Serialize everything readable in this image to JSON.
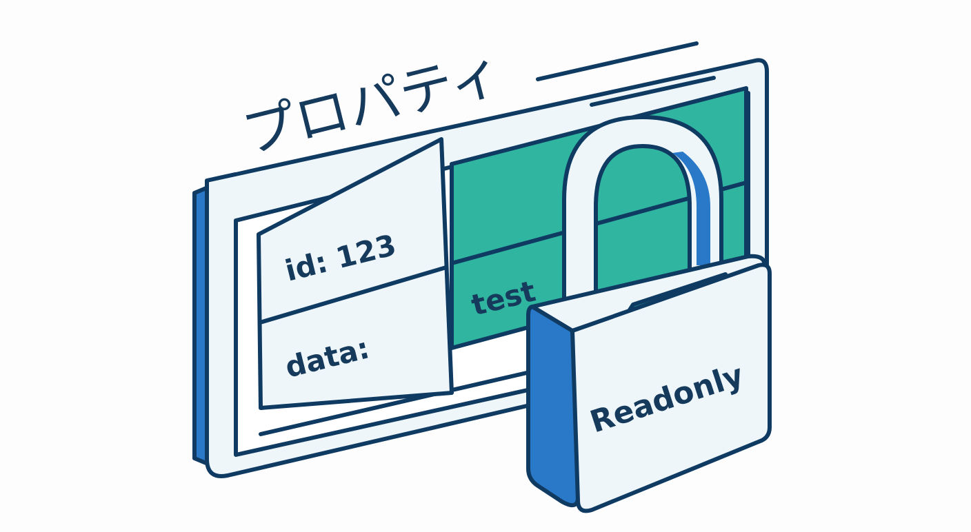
{
  "diagram": {
    "title": "プロパティ",
    "fields": [
      {
        "key": "id: 123"
      },
      {
        "key": "data:",
        "value": "test"
      }
    ],
    "lock_label": "Readonly"
  },
  "colors": {
    "outline": "#0f3a62",
    "panel_face": "#eef6fa",
    "panel_side": "#2a78c8",
    "value_fill": "#2fb5a0",
    "text": "#163a5c"
  },
  "icons": [
    "padlock-icon"
  ]
}
